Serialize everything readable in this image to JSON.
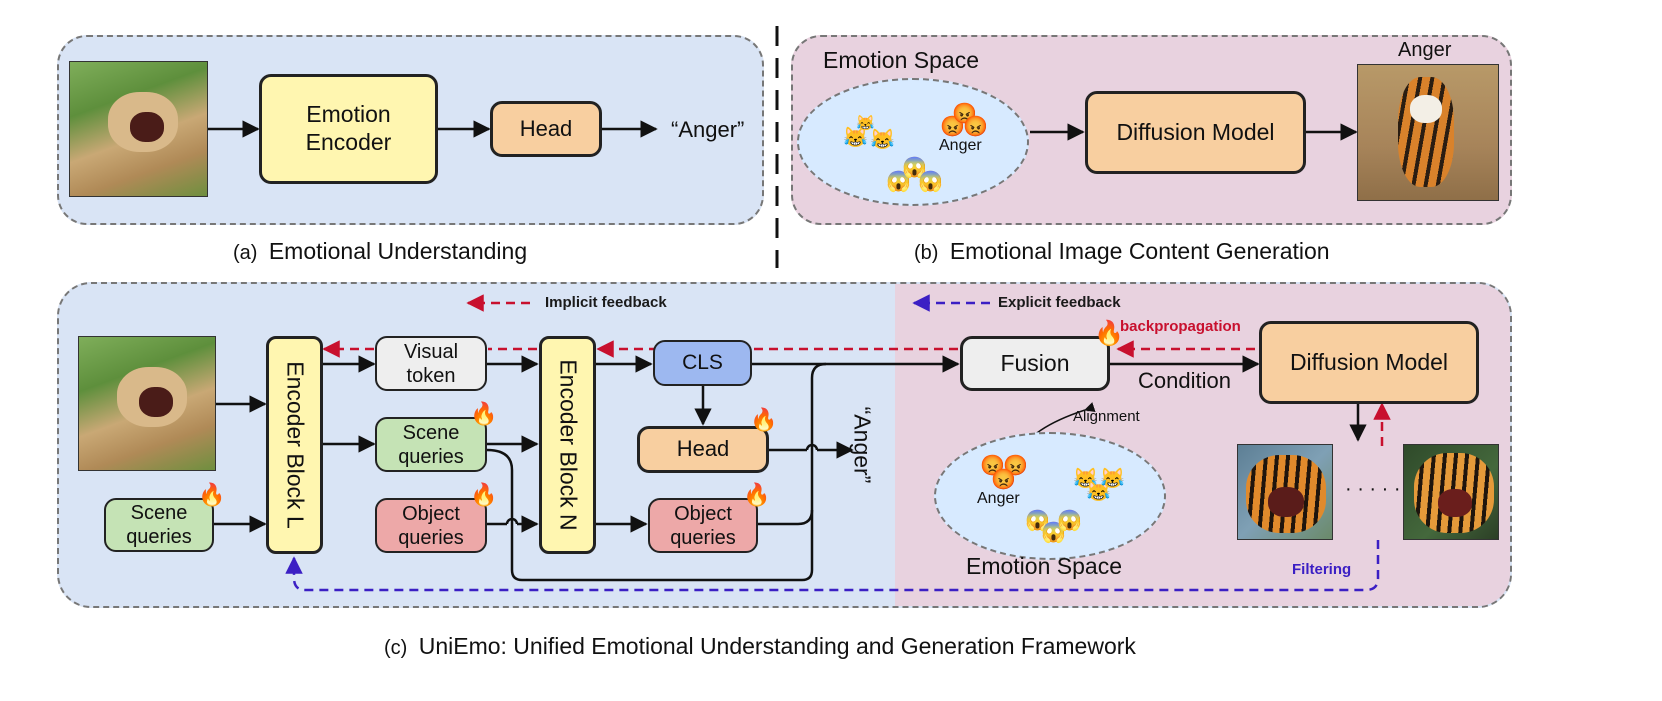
{
  "panel_a": {
    "encoder_label": "Emotion\nEncoder",
    "head_label": "Head",
    "output_label": "“Anger”",
    "caption_prefix": "(a)",
    "caption": "Emotional Understanding"
  },
  "panel_b": {
    "space_title": "Emotion Space",
    "anger_label": "Anger",
    "diffusion_label": "Diffusion Model",
    "output_image_label": "Anger",
    "caption_prefix": "(b)",
    "caption": "Emotional Image Content Generation"
  },
  "panel_c": {
    "implicit_feedback": "Implicit feedback",
    "explicit_feedback": "Explicit feedback",
    "backpropagation": "backpropagation",
    "encoder_l": "Encoder Block L",
    "encoder_n": "Encoder Block N",
    "visual_token": "Visual\ntoken",
    "scene_queries_mid": "Scene\nqueries",
    "object_queries_mid": "Object\nqueries",
    "scene_queries_left": "Scene\nqueries",
    "cls": "CLS",
    "head": "Head",
    "object_queries_right": "Object\nqueries",
    "anger_output": "“Anger”",
    "fusion": "Fusion",
    "condition": "Condition",
    "alignment": "Alignment",
    "diffusion": "Diffusion Model",
    "space_anger": "Anger",
    "space_title": "Emotion Space",
    "dots": "· · · · ·",
    "filtering": "Filtering",
    "caption_prefix": "(c)",
    "caption": "UniEmo: Unified Emotional Understanding and Generation Framework"
  },
  "colors": {
    "blue_panel": "#d9e4f5",
    "pink_panel": "#e8d2df",
    "encoder_yellow": "#fff6b0",
    "head_orange": "#f8cfa0",
    "scene_green": "#c5e3b5",
    "object_red": "#eda8a8",
    "cls_blue": "#9db8f0",
    "token_gray": "#eeeeee",
    "implicit_red": "#c8102e",
    "explicit_purple": "#3b1fc4"
  },
  "icons": [
    "flame-icon",
    "angry-face-icon",
    "fearful-face-icon",
    "amused-face-icon"
  ]
}
